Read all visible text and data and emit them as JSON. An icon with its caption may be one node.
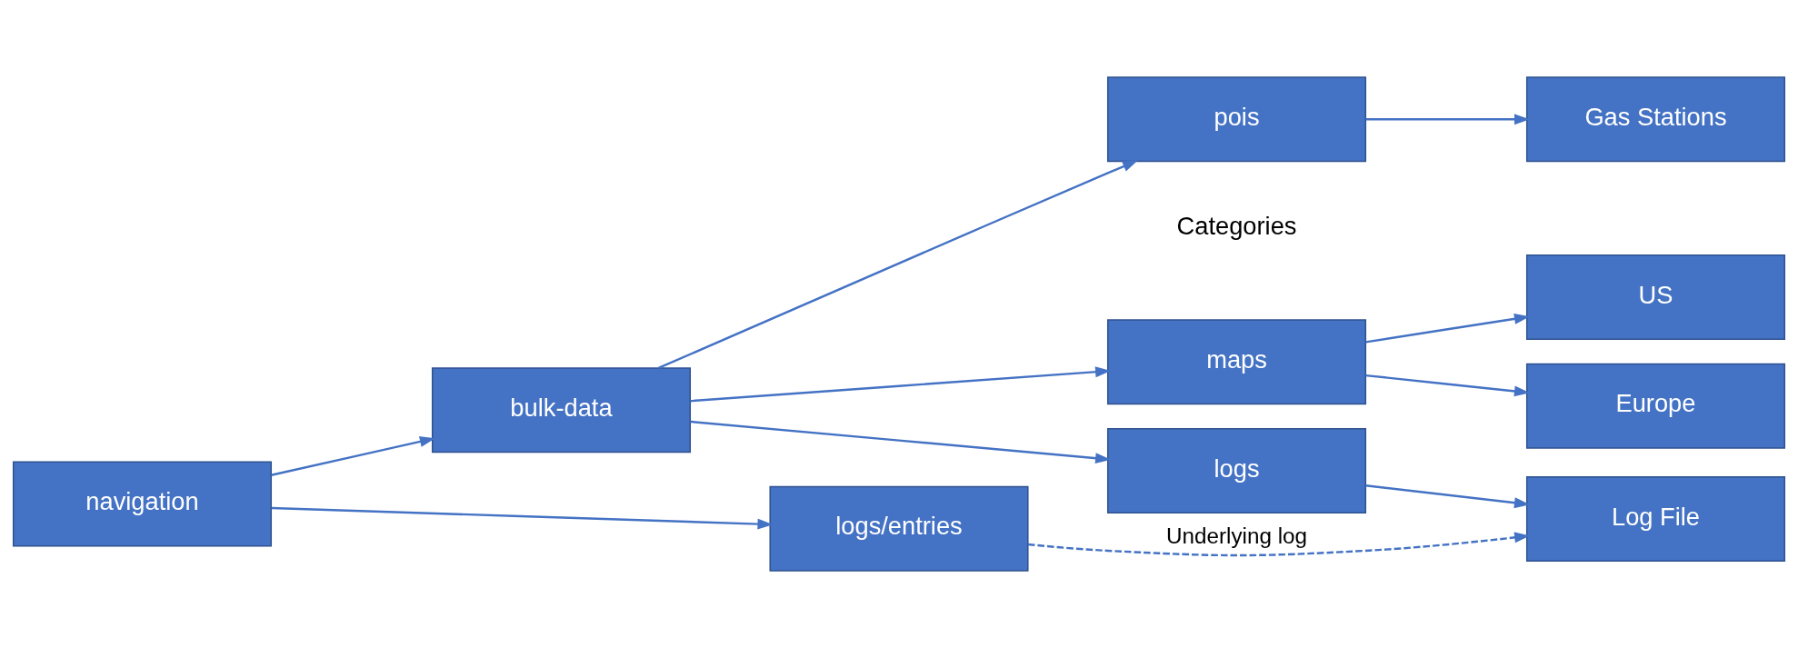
{
  "diagram": {
    "nodes": [
      {
        "text": [
          "navigation"
        ]
      },
      {
        "text": [
          "bulk-data"
        ]
      },
      {
        "text": [
          "logs/entries"
        ]
      },
      {
        "text": [
          "maps"
        ]
      },
      {
        "text": [
          "pois"
        ]
      },
      {
        "text": [
          "logs"
        ]
      },
      {
        "text": [
          "US"
        ]
      },
      {
        "text": [
          "Europe"
        ]
      },
      {
        "text": [
          "Gas Stations"
        ]
      },
      {
        "text": [
          "Log File"
        ]
      }
    ],
    "edges": [
      {
        "from": 0,
        "to": 1,
        "arrow": "to"
      },
      {
        "from": 0,
        "to": 2,
        "arrow": "to"
      },
      {
        "from": 1,
        "to": 3,
        "arrow": "to"
      },
      {
        "from": 1,
        "to": 4,
        "arrow": "to"
      },
      {
        "from": 1,
        "to": 5,
        "arrow": "to"
      },
      {
        "from": 3,
        "to": 6,
        "arrow": "to"
      },
      {
        "from": 3,
        "to": 7,
        "arrow": "to"
      },
      {
        "from": 4,
        "to": 8,
        "arrow": "to"
      },
      {
        "from": 5,
        "to": 9,
        "arrow": "to"
      },
      {
        "from": 2,
        "to": 9,
        "arrow": "to",
        "style": "dashed",
        "label": "Underlying log"
      }
    ],
    "labels": [
      "Categories"
    ]
  }
}
